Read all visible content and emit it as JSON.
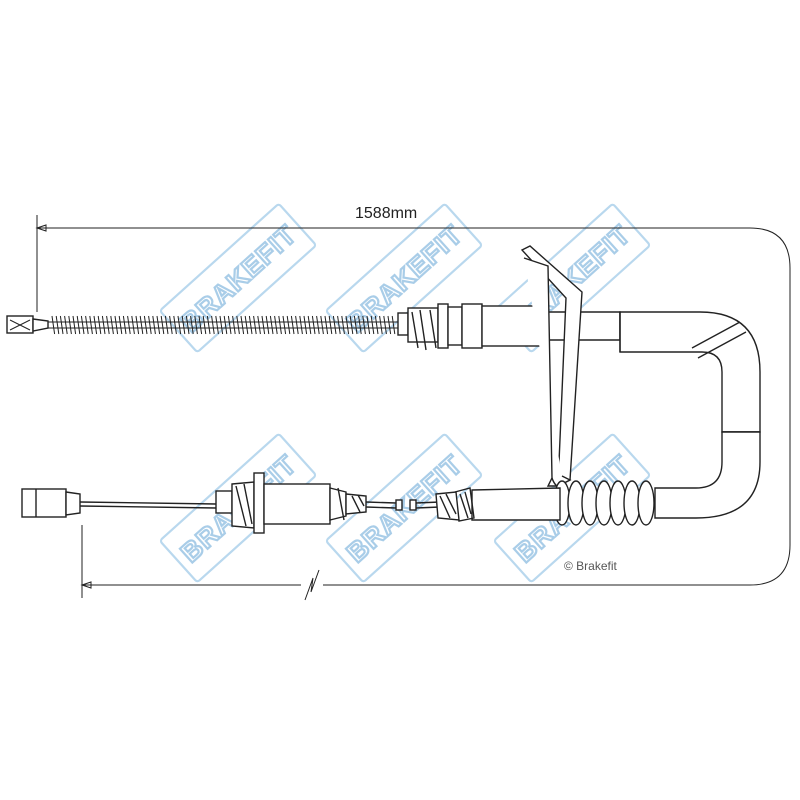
{
  "diagram": {
    "dimension_label": "1588mm",
    "copyright": "© Brakefit"
  },
  "watermark": {
    "brand": "BRAKEFIT",
    "accent_color": "#a9cde8"
  }
}
